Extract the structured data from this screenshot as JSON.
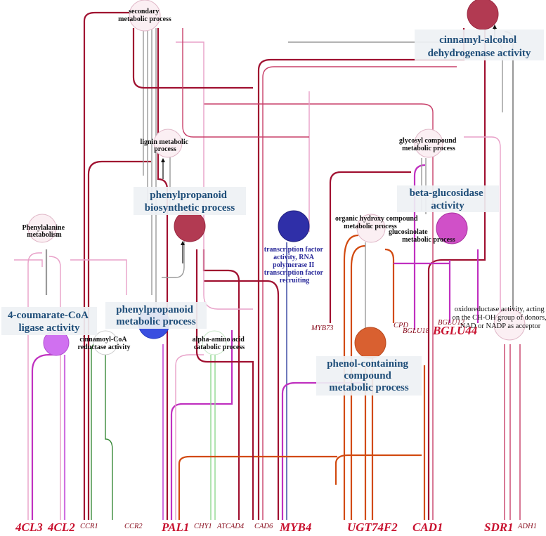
{
  "colors": {
    "crimson": "#a01030",
    "rose": "#c8406a",
    "magenta": "#c030c0",
    "violet": "#d070e0",
    "pink": "#e8a0c8",
    "gray": "#9a9a9a",
    "orange": "#d24a10",
    "green": "#3a8a3a",
    "lightgreen": "#90d890",
    "blue": "#3040a0"
  },
  "nodes": {
    "secondary": {
      "label": [
        "secondary",
        "metabolic process"
      ],
      "color": "#fbeff3",
      "icon": "go-term-node"
    },
    "lignin": {
      "label": [
        "lignin metabolic",
        "process"
      ],
      "color": "#fbeff3",
      "icon": "go-term-node"
    },
    "phenylalanine": {
      "label": [
        "Phenylalanine",
        "metabolism"
      ],
      "color": "#fbeff3",
      "icon": "pathway-node"
    },
    "phenylpropanoid_bio": {
      "label": [
        "phenylpropanoid",
        "biosynthetic process"
      ],
      "color": "#b23a52",
      "icon": "go-term-node"
    },
    "cinnamyl": {
      "label": [
        "cinnamyl-alcohol",
        "dehydrogenase activity"
      ],
      "color": "#b23a52",
      "icon": "go-term-node"
    },
    "tf": {
      "label": [
        "transcription factor",
        "activity, RNA",
        "polymerase II",
        "transcription factor",
        "recruiting"
      ],
      "color": "#2f2fa8",
      "icon": "go-term-node"
    },
    "organic": {
      "label": [
        "organic hydroxy compound",
        "metabolic process"
      ],
      "color": "#fbeff3",
      "icon": "go-term-node"
    },
    "glycosyl": {
      "label": [
        "glycosyl compound",
        "metabolic process"
      ],
      "color": "#fbeff3",
      "icon": "go-term-node"
    },
    "glucosinolate": {
      "label": [
        "glucosinolate",
        "metabolic process"
      ],
      "color": "#fbeff3",
      "icon": "go-term-node"
    },
    "beta_glucosidase": {
      "label": [
        "beta-glucosidase",
        "activity"
      ],
      "color": "#d050c8",
      "icon": "go-term-node"
    },
    "coumarate": {
      "label": [
        "4-coumarate-CoA",
        "ligase activity"
      ],
      "color": "#d070f0",
      "icon": "go-term-node"
    },
    "cinnamoyl": {
      "label": [
        "cinnamoyl-CoA",
        "reductase activity"
      ],
      "color": "#ffffff",
      "icon": "go-term-node"
    },
    "phenylpropanoid_met": {
      "label": [
        "phenylpropanoid",
        "metabolic process"
      ],
      "color": "#3a4fe0",
      "icon": "go-term-node"
    },
    "alpha_amino": {
      "label": [
        "alpha-amino acid",
        "catabolic process"
      ],
      "color": "#ffffff",
      "icon": "go-term-node"
    },
    "phenol": {
      "label": [
        "phenol-containing",
        "compound",
        "metabolic process"
      ],
      "color": "#d96030",
      "icon": "go-term-node"
    },
    "oxidoreductase": {
      "label": [
        "oxidoreductase activity, acting",
        "on the CH-OH group of donors,",
        "NAD or NADP as acceptor"
      ],
      "color": "#fbeff3",
      "icon": "go-term-node"
    }
  },
  "genes": {
    "bottom": [
      {
        "id": "4CL3",
        "text": "4CL3",
        "style": "big"
      },
      {
        "id": "4CL2",
        "text": "4CL2",
        "style": "big"
      },
      {
        "id": "CCR1",
        "text": "CCR1",
        "style": "small"
      },
      {
        "id": "CCR2",
        "text": "CCR2",
        "style": "small"
      },
      {
        "id": "PAL1",
        "text": "PAL1",
        "style": "big"
      },
      {
        "id": "CHY1",
        "text": "CHY1",
        "style": "small"
      },
      {
        "id": "ATCAD4",
        "text": "ATCAD4",
        "style": "small"
      },
      {
        "id": "CAD6",
        "text": "CAD6",
        "style": "small"
      },
      {
        "id": "MYB4",
        "text": "MYB4",
        "style": "big"
      },
      {
        "id": "UGT74F2",
        "text": "UGT74F2",
        "style": "big"
      },
      {
        "id": "CAD1",
        "text": "CAD1",
        "style": "big"
      },
      {
        "id": "SDR1",
        "text": "SDR1",
        "style": "big"
      },
      {
        "id": "ADH1",
        "text": "ADH1",
        "style": "small"
      }
    ],
    "inline": [
      {
        "id": "MYB73",
        "text": "MYB73",
        "style": "small"
      },
      {
        "id": "CPD",
        "text": "CPD",
        "style": "small"
      },
      {
        "id": "BGLU18",
        "text": "BGLU18",
        "style": "small"
      },
      {
        "id": "BGLU12",
        "text": "BGLU12",
        "style": "small"
      },
      {
        "id": "BGLU44",
        "text": "BGLU44",
        "style": "big"
      }
    ]
  }
}
